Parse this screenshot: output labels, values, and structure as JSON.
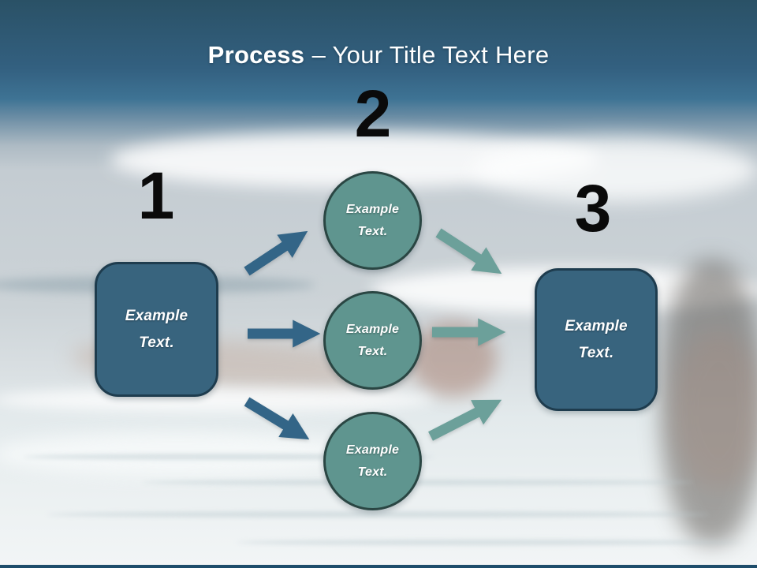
{
  "title": {
    "bold": "Process",
    "rest": "– Your Title Text Here"
  },
  "numbers": {
    "step1": "1",
    "step2": "2",
    "step3": "3"
  },
  "nodes": {
    "left_box": "Example\nText.",
    "circle_top": "Example\nText.",
    "circle_middle": "Example\nText.",
    "circle_bottom": "Example\nText.",
    "right_box": "Example\nText."
  },
  "colors": {
    "title_text": "#FFFFFF",
    "number_text": "#0A0A0A",
    "header_band": "#35647F",
    "box_fill": "#38647E",
    "box_border": "#1E3C4E",
    "circle_fill": "#5F958F",
    "circle_border": "#2A4643",
    "arrow_dark": "#336587",
    "arrow_teal": "#6CA09A"
  }
}
